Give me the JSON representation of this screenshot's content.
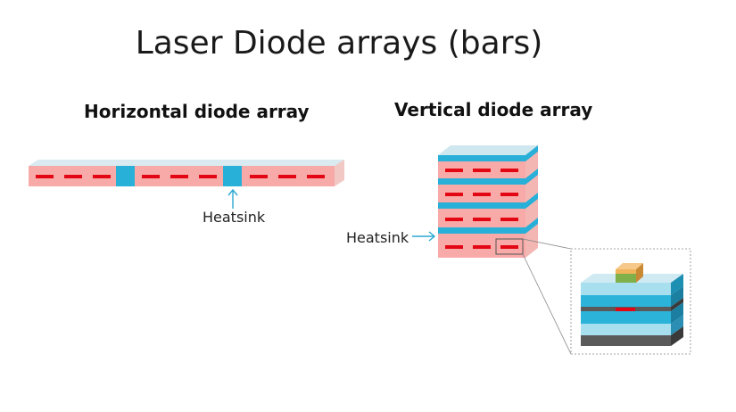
{
  "title": "Laser Diode arrays (bars)",
  "horizontal": {
    "heading": "Horizontal diode array",
    "heatsink_label": "Heatsink"
  },
  "vertical": {
    "heading": "Vertical diode array",
    "heatsink_label": "Heatsink"
  },
  "colors": {
    "emitter": "#e30613",
    "diode_body": "#f8aaa8",
    "diode_top": "#d9eaf0",
    "heatsink": "#29b0d8",
    "heatsink_side": "#1c8fb3",
    "zoom_light": "#a8dfee",
    "zoom_mid": "#2cb3da",
    "zoom_dark": "#5a5a5a",
    "contact": "#f1b45a",
    "contact_green": "#7fb04a",
    "arrow": "#2aa9d2"
  }
}
